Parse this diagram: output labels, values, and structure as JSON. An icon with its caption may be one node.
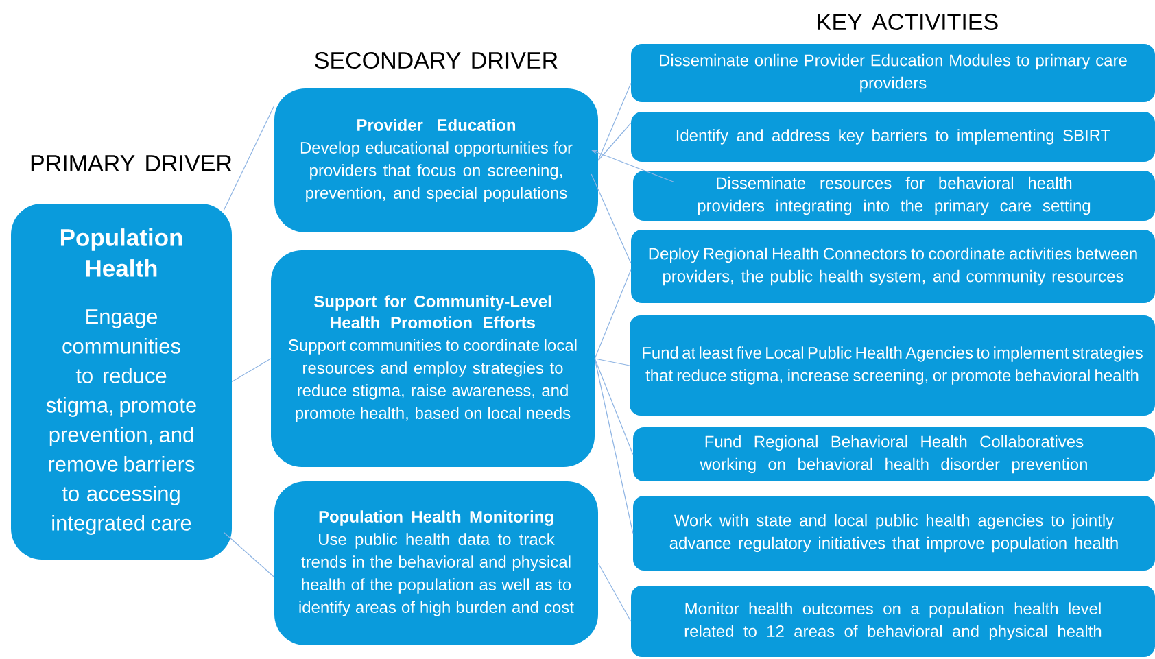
{
  "diagram": {
    "nodes": [
      {
        "text": [
          "Population Health",
          "Engage communities to reduce stigma, promote prevention, and remove barriers to accessing integrated care"
        ]
      },
      {
        "text": [
          "Provider Education",
          "Develop educational opportunities for providers that focus on screening, prevention, and special populations"
        ]
      },
      {
        "text": [
          "Support for Community-Level Health Promotion Efforts",
          "Support communities to coordinate local resources and employ strategies to reduce stigma, raise awareness, and promote health, based on local needs"
        ]
      },
      {
        "text": [
          "Population Health Monitoring",
          "Use public health data to track trends in the behavioral and physical health of the population as well as to identify areas of high burden and cost"
        ]
      },
      {
        "text": [
          "Disseminate online Provider Education Modules to primary care providers"
        ]
      },
      {
        "text": [
          "Identify and address key barriers to implementing SBIRT"
        ]
      },
      {
        "text": [
          "Disseminate resources for behavioral health providers integrating into the primary care setting"
        ]
      },
      {
        "text": [
          "Deploy Regional Health Connectors to coordinate activities between providers, the public health system, and community resources"
        ]
      },
      {
        "text": [
          "Fund at least five Local Public Health Agencies to implement strategies that reduce stigma, increase screening, or promote behavioral health"
        ]
      },
      {
        "text": [
          "Fund Regional Behavioral Health Collaboratives working on behavioral health disorder prevention"
        ]
      },
      {
        "text": [
          "Work with state and local public health agencies to jointly advance regulatory initiatives that improve population health"
        ]
      },
      {
        "text": [
          "Monitor health outcomes on a population health level related to 12 areas of behavioral and physical health"
        ]
      }
    ],
    "edges": [
      {
        "from": 0,
        "to": 1,
        "arrow": "none"
      },
      {
        "from": 0,
        "to": 2,
        "arrow": "none"
      },
      {
        "from": 0,
        "to": 3,
        "arrow": "none"
      },
      {
        "from": 1,
        "to": 4,
        "arrow": "none"
      },
      {
        "from": 1,
        "to": 5,
        "arrow": "none"
      },
      {
        "from": 6,
        "to": 1,
        "arrow": "to"
      },
      {
        "from": 1,
        "to": 7,
        "arrow": "none"
      },
      {
        "from": 2,
        "to": 7,
        "arrow": "none"
      },
      {
        "from": 2,
        "to": 8,
        "arrow": "none"
      },
      {
        "from": 2,
        "to": 9,
        "arrow": "none"
      },
      {
        "from": 2,
        "to": 10,
        "arrow": "none"
      },
      {
        "from": 3,
        "to": 11,
        "arrow": "none"
      }
    ],
    "labels": [
      "KEY ACTIVITIES",
      "SECONDARY DRIVER",
      "PRIMARY DRIVER"
    ]
  }
}
